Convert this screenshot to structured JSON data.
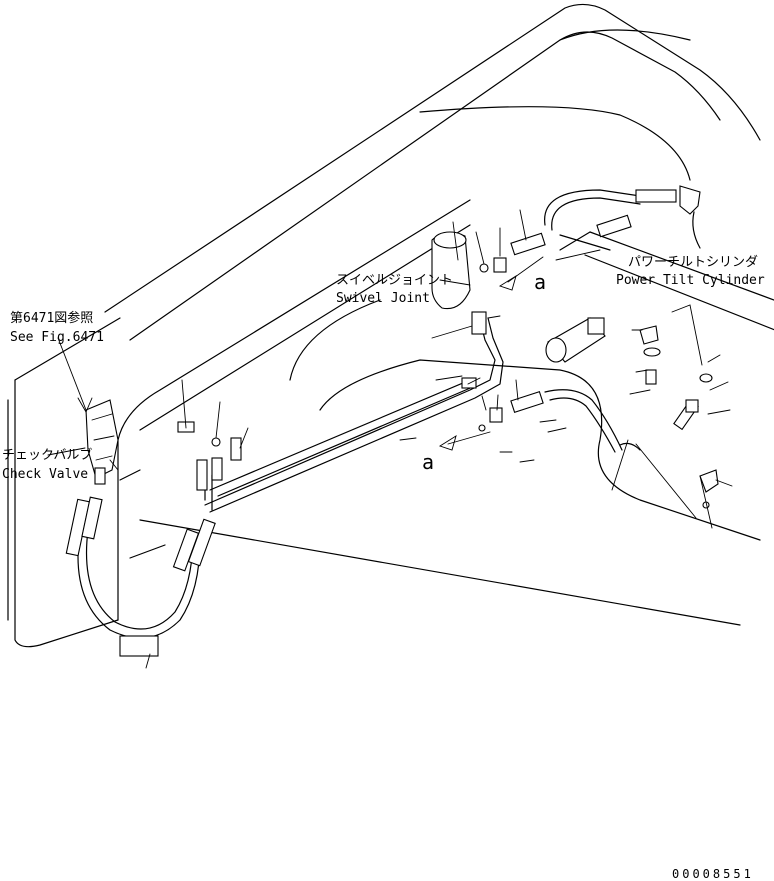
{
  "labels": {
    "see_fig_jp": "第6471図参照",
    "see_fig_en": "See Fig.6471",
    "check_valve_jp": "チェックバルブ",
    "check_valve_en": "Check Valve",
    "swivel_joint_jp": "スイベルジョイント",
    "swivel_joint_en": "Swivel Joint",
    "power_tilt_jp": "パワーチルトシリンダ",
    "power_tilt_en": "Power Tilt Cylinder",
    "callout_a": "a",
    "drawing_number": "00008551"
  }
}
